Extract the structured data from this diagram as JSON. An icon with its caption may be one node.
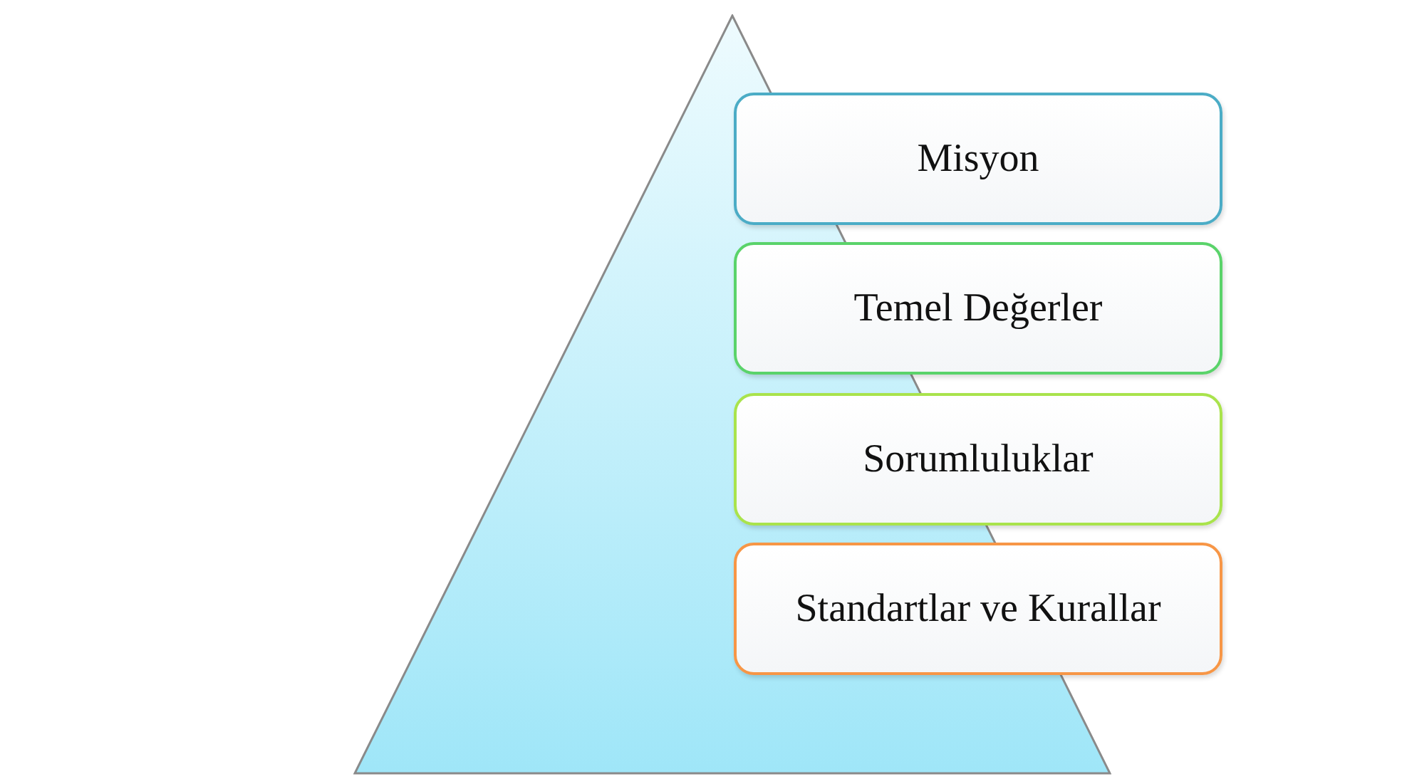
{
  "diagram": {
    "nodes": [
      {
        "text": [],
        "shape": "triangle"
      },
      {
        "text": [
          "Misyon"
        ]
      },
      {
        "text": [
          "Temel Değerler"
        ]
      },
      {
        "text": [
          "Sorumluluklar"
        ]
      },
      {
        "text": [
          "Standartlar ve Kurallar"
        ]
      }
    ]
  }
}
